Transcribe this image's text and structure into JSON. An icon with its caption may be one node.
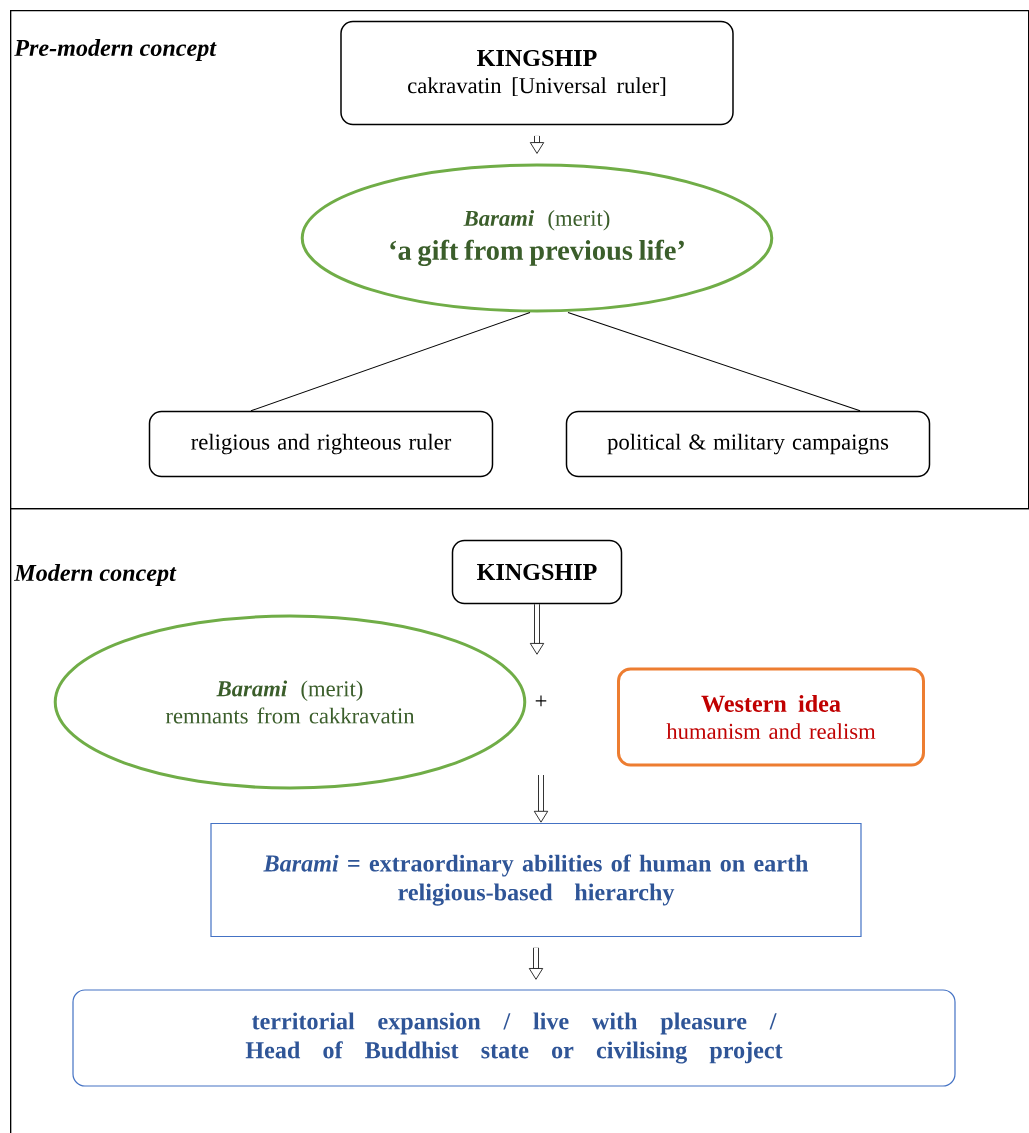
{
  "diagram": {
    "nodes": [
      {
        "text": [
          "Pre-modern concept"
        ]
      },
      {
        "text": [
          "KINGSHIP",
          "cakravatin [Universal ruler]"
        ],
        "in": 0
      },
      {
        "text": [
          "*Barami* (merit)",
          "‘a gift from previous life’"
        ],
        "in": 0
      },
      {
        "text": [
          "religious and righteous ruler"
        ],
        "in": 0
      },
      {
        "text": [
          "political & military campaigns"
        ],
        "in": 0
      },
      {
        "text": [
          "Modern concept"
        ]
      },
      {
        "text": [
          "KINGSHIP"
        ],
        "in": 5
      },
      {
        "text": [
          "*Barami* (merit)",
          "remnants from cakkravatin"
        ],
        "in": 5
      },
      {
        "text": [
          "Western idea",
          "humanism and realism"
        ],
        "in": 5
      },
      {
        "text": [
          "*Barami* = extraordinary abilities of human on earth",
          "religious-based hierarchy"
        ],
        "in": 5
      },
      {
        "text": [
          "territorial expansion / live with pleasure / Head of Buddhist state or civilising project"
        ],
        "in": 5
      }
    ],
    "edges": [
      {
        "from": 1,
        "to": 2,
        "arrow": "to"
      },
      {
        "from": 2,
        "to": 3,
        "arrow": "none"
      },
      {
        "from": 2,
        "to": 4,
        "arrow": "none"
      },
      {
        "from": 6,
        "to": null,
        "arrow": "to"
      },
      {
        "from": null,
        "to": 9,
        "arrow": "to"
      },
      {
        "from": 9,
        "to": 10,
        "arrow": "to"
      }
    ],
    "labels": [
      "+"
    ]
  }
}
